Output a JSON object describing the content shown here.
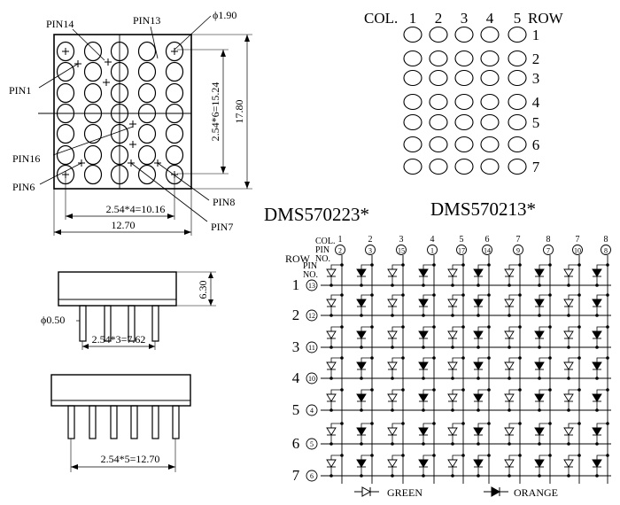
{
  "front_view": {
    "pin14": "PIN14",
    "pin13": "PIN13",
    "pin1": "PIN1",
    "pin16": "PIN16",
    "pin6": "PIN6",
    "pin8": "PIN8",
    "pin7": "PIN7",
    "dot_diameter": "ϕ1.90",
    "vertical_pitch": "2.54*6=15.24",
    "overall_height": "17.80",
    "horizontal_pitch": "2.54*4=10.16",
    "overall_width": "12.70"
  },
  "side_view": {
    "body_height": "6.30",
    "pin_diameter": "ϕ0.50",
    "pitch_top": "2.54*3=7.62",
    "pitch_bottom": "2.54*5=12.70"
  },
  "matrix_preview": {
    "col_label": "COL.",
    "row_label": "ROW",
    "columns": [
      "1",
      "2",
      "3",
      "4",
      "5"
    ],
    "rows": [
      "1",
      "2",
      "3",
      "4",
      "5",
      "6",
      "7"
    ]
  },
  "schematic": {
    "model_a": "DMS570223*",
    "model_b": "DMS570213*",
    "col_header": "COL.",
    "pin_header": "PIN",
    "no_header": "NO.",
    "row_header": "ROW",
    "row_pin_header": "PIN",
    "row_no_header": "NO.",
    "columns": [
      {
        "col": "1",
        "pin": "2"
      },
      {
        "col": "2",
        "pin": "3"
      },
      {
        "col": "3",
        "pin": "15"
      },
      {
        "col": "4",
        "pin": "1"
      },
      {
        "col": "5",
        "pin": "17"
      },
      {
        "col": "6",
        "pin": "14"
      },
      {
        "col": "7",
        "pin": "9"
      },
      {
        "col": "8",
        "pin": "7"
      },
      {
        "col": "7",
        "pin": "10"
      },
      {
        "col": "8",
        "pin": "8"
      }
    ],
    "rows": [
      {
        "row": "1",
        "pin": "13"
      },
      {
        "row": "2",
        "pin": "12"
      },
      {
        "row": "3",
        "pin": "11"
      },
      {
        "row": "4",
        "pin": "10"
      },
      {
        "row": "5",
        "pin": "4"
      },
      {
        "row": "6",
        "pin": "5"
      },
      {
        "row": "7",
        "pin": "6"
      }
    ],
    "legend_green": "GREEN",
    "legend_orange": "ORANGE"
  }
}
